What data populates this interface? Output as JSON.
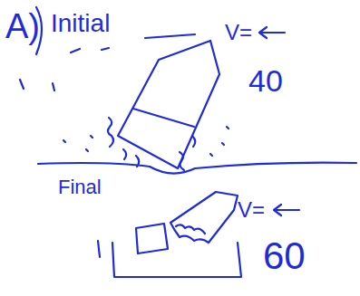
{
  "diagram": {
    "labels": [
      "A)",
      "Initial",
      "V=",
      "40",
      "Final",
      "V=",
      "60"
    ]
  }
}
